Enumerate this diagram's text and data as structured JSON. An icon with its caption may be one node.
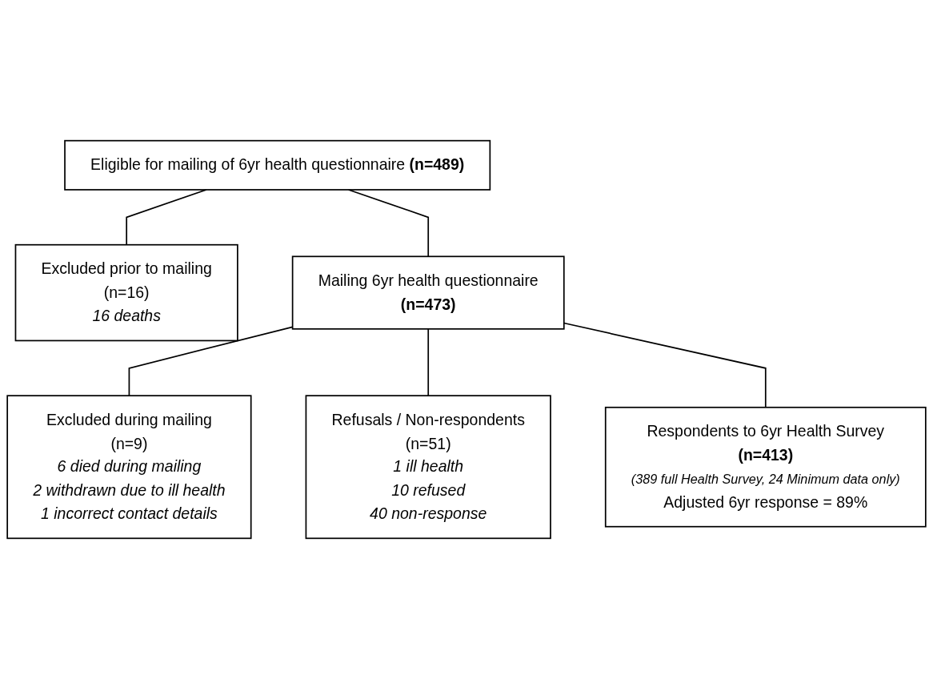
{
  "diagram": {
    "nodes": [
      {
        "text": [
          "Eligible for mailing of 6yr health questionnaire **(n=489)**"
        ]
      },
      {
        "text": [
          "Excluded prior to mailing",
          "(n=16)",
          "16 deaths"
        ]
      },
      {
        "text": [
          "Mailing 6yr health questionnaire",
          "(n=473)"
        ]
      },
      {
        "text": [
          "Excluded during mailing",
          "(n=9)",
          "6 died during mailing",
          "2 withdrawn due to ill health",
          "1 incorrect contact details"
        ]
      },
      {
        "text": [
          "Refusals / Non-respondents",
          "(n=51)",
          "1 ill health",
          "10 refused",
          "40 non-response"
        ]
      },
      {
        "text": [
          "Respondents to 6yr Health Survey",
          "(n=413)",
          "(389 full Health Survey, 24 Minimum data only)",
          "Adjusted 6yr response = 89%"
        ]
      }
    ],
    "edges": [
      {
        "from": 0,
        "to": 1,
        "arrow": "none"
      },
      {
        "from": 0,
        "to": 2,
        "arrow": "none"
      },
      {
        "from": 2,
        "to": 3,
        "arrow": "none"
      },
      {
        "from": 2,
        "to": 4,
        "arrow": "none"
      },
      {
        "from": 2,
        "to": 5,
        "arrow": "none"
      }
    ]
  }
}
